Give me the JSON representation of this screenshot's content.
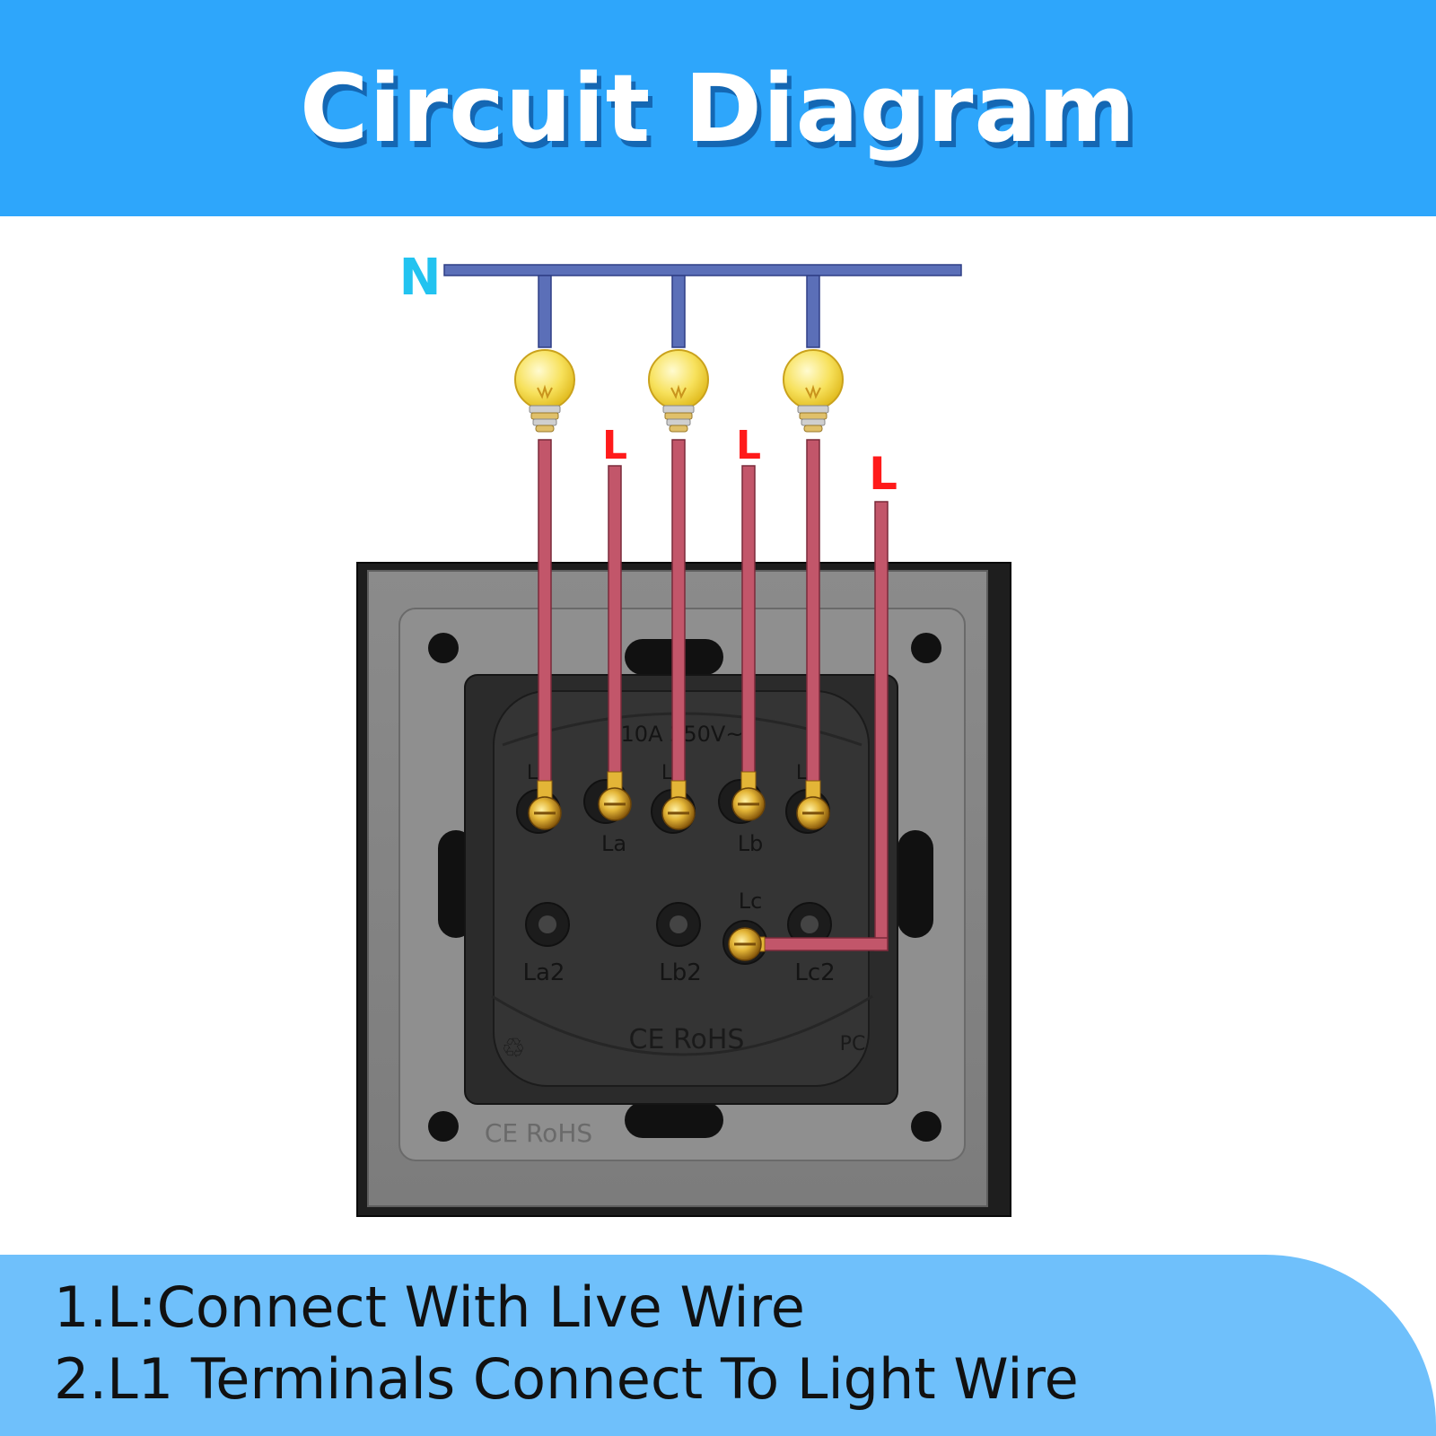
{
  "header": {
    "title": "Circuit Diagram"
  },
  "diagram": {
    "neutral_label": "N",
    "live_labels": [
      "L",
      "L",
      "L"
    ],
    "rating_text": "10A 250V~",
    "terminal_labels": [
      "La",
      "Lb",
      "Lc",
      "La2",
      "Lb2",
      "Lc2"
    ],
    "light_terminal_labels": [
      "L1",
      "L1",
      "L1"
    ],
    "mark_module": "CE RoHS",
    "mark_plate": "CE RoHS",
    "mark_pc": "PC"
  },
  "notes": [
    "1.L:Connect With Live Wire",
    "2.L1 Terminals Connect To Light Wire"
  ],
  "colors": {
    "header_bg": "#2ea6fb",
    "footer_bg": "#6fc0fb",
    "neutral_wire": "#5b6fb8",
    "live_wire": "#c2566a",
    "live_label": "#ff1a1a",
    "neutral_label": "#22c3f0",
    "bulb": "#f7e15c"
  }
}
